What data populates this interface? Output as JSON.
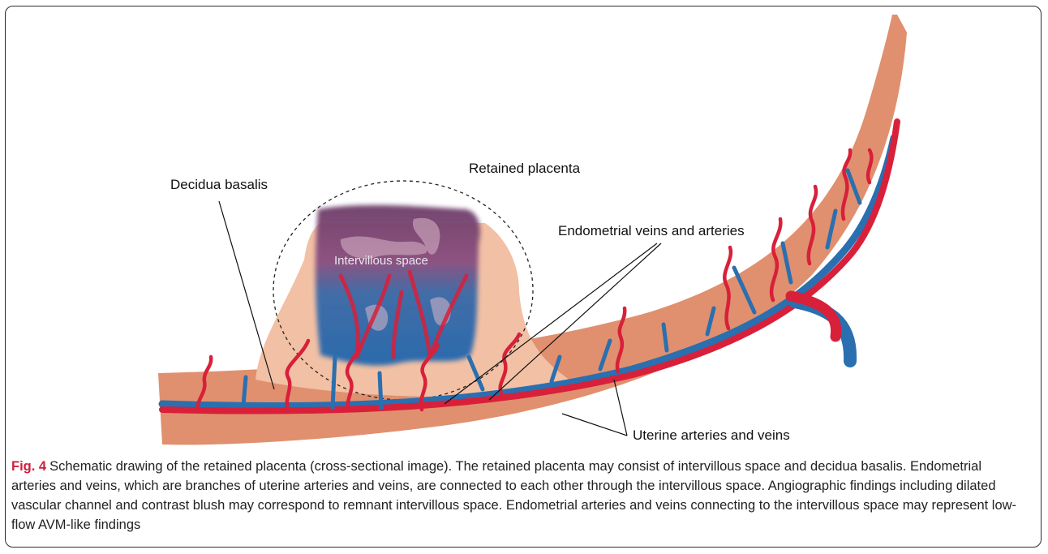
{
  "labels": {
    "retained_placenta": "Retained placenta",
    "decidua_basalis": "Decidua basalis",
    "intervillous_space": "Intervillous space",
    "endometrial": "Endometrial veins and arteries",
    "uterine": "Uterine arteries and veins"
  },
  "caption": {
    "fig_label": "Fig. 4",
    "text": "Schematic drawing of the retained placenta (cross-sectional image). The retained placenta may consist of intervillous space and decidua basalis. Endometrial arteries and veins, which are branches of uterine arteries and veins, are connected to each other through the intervillous space. Angiographic findings including dilated vascular channel and contrast blush may correspond to remnant intervillous space. Endometrial arteries and veins connecting to the intervillous space may represent low-flow AVM-like findings"
  },
  "colors": {
    "uterine_wall": "#e0906e",
    "decidua": "#f2c0a4",
    "artery": "#d8203a",
    "vein": "#2a6fb0",
    "placenta_top": "#7d4a78"
  }
}
